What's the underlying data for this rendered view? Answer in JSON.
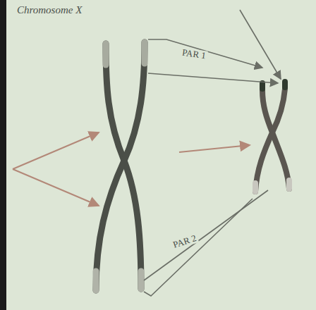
{
  "diagram": {
    "labels": [
      "Chromosome X",
      "PAR 1",
      "PAR 2"
    ]
  }
}
